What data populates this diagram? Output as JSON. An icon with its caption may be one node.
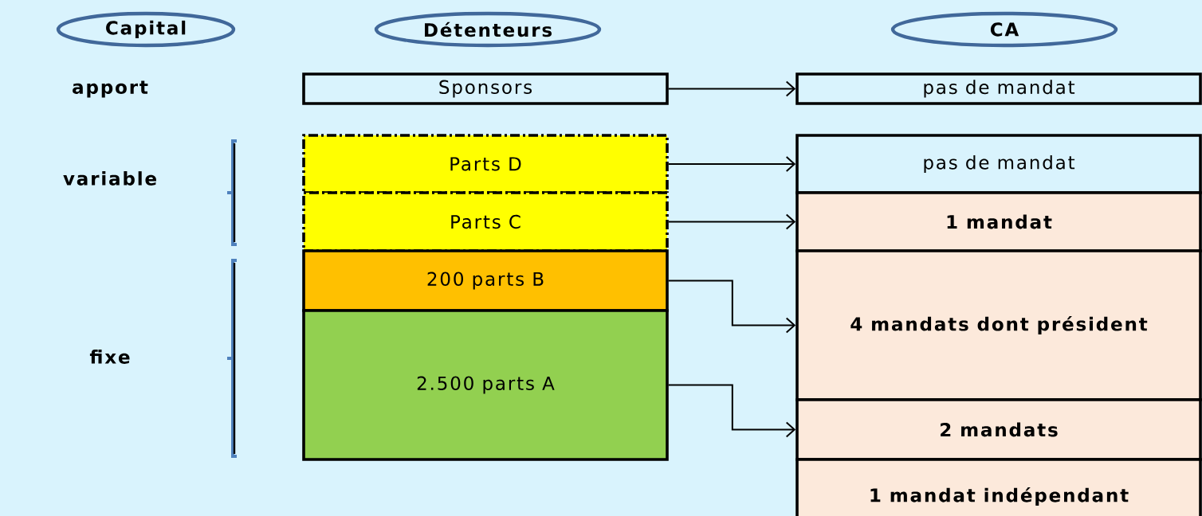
{
  "diagram": {
    "nodes": [
      {
        "text": [
          "Capital"
        ]
      },
      {
        "text": [
          "Détenteurs"
        ]
      },
      {
        "text": [
          "CA"
        ]
      },
      {
        "text": [
          "Sponsors"
        ]
      },
      {
        "text": [
          "pas de mandat"
        ]
      },
      {
        "text": [
          "Parts D"
        ]
      },
      {
        "text": [
          "Parts C"
        ]
      },
      {
        "text": [
          "200 parts B"
        ]
      },
      {
        "text": [
          "2.500 parts A"
        ]
      },
      {
        "text": [
          "pas de mandat"
        ]
      },
      {
        "text": [
          "1 mandat"
        ]
      },
      {
        "text": [
          "4 mandats dont président"
        ]
      },
      {
        "text": [
          "2 mandats"
        ]
      },
      {
        "text": [
          "1 mandat indépendant"
        ]
      }
    ],
    "edges": [
      {
        "from": 3,
        "to": 4,
        "arrow": "to"
      },
      {
        "from": 5,
        "to": 9,
        "arrow": "to"
      },
      {
        "from": 6,
        "to": 10,
        "arrow": "to"
      },
      {
        "from": 7,
        "to": 11,
        "arrow": "to"
      },
      {
        "from": 8,
        "to": 12,
        "arrow": "to"
      }
    ],
    "labels": [
      "apport",
      "variable",
      "fixe"
    ]
  }
}
